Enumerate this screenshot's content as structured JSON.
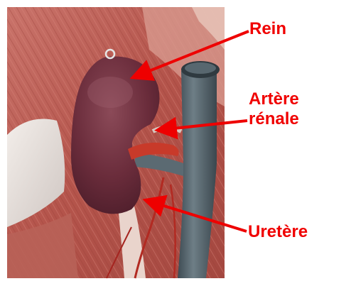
{
  "labels": {
    "rein": "Rein",
    "artere_line1": "Artère",
    "artere_line2": "rénale",
    "uretere": "Uretère"
  },
  "colors": {
    "label": "#f00000",
    "arrow": "#ee0000",
    "kidney": "#6b2a3a",
    "muscle": "#b5524a",
    "vessel": "#4f5e66",
    "background": "#ffffff"
  }
}
